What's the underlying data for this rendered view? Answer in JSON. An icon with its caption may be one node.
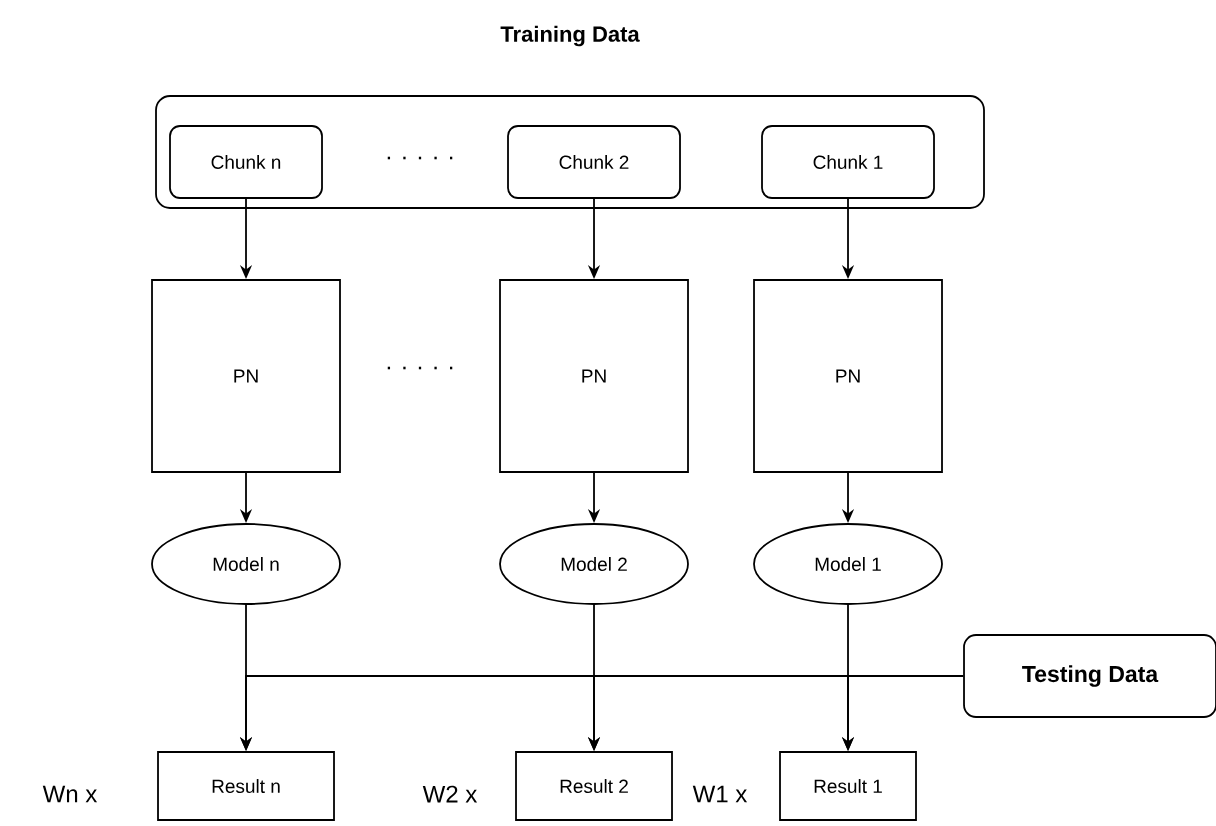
{
  "diagram": {
    "nodes": [
      {
        "text": [
          "Training Data"
        ]
      },
      {
        "text": [
          "Chunk n"
        ],
        "in": 0
      },
      {
        "text": [
          "Chunk 2"
        ],
        "in": 0
      },
      {
        "text": [
          "Chunk 1"
        ],
        "in": 0
      },
      {
        "text": [
          "PN"
        ]
      },
      {
        "text": [
          "PN"
        ]
      },
      {
        "text": [
          "PN"
        ]
      },
      {
        "text": [
          "Model n"
        ]
      },
      {
        "text": [
          "Model 2"
        ]
      },
      {
        "text": [
          "Model 1"
        ]
      },
      {
        "text": [
          "Testing Data"
        ]
      },
      {
        "text": [
          "Result n"
        ]
      },
      {
        "text": [
          "Result 2"
        ]
      },
      {
        "text": [
          "Result 1"
        ]
      }
    ],
    "edges": [
      {
        "from": 1,
        "to": 4,
        "arrow": "to"
      },
      {
        "from": 2,
        "to": 5,
        "arrow": "to"
      },
      {
        "from": 3,
        "to": 6,
        "arrow": "to"
      },
      {
        "from": 4,
        "to": 7,
        "arrow": "to"
      },
      {
        "from": 5,
        "to": 8,
        "arrow": "to"
      },
      {
        "from": 6,
        "to": 9,
        "arrow": "to"
      },
      {
        "from": 7,
        "to": 11,
        "arrow": "to"
      },
      {
        "from": 8,
        "to": 12,
        "arrow": "to"
      },
      {
        "from": 9,
        "to": 13,
        "arrow": "to"
      },
      {
        "from": 10,
        "to": 11,
        "arrow": "to"
      },
      {
        "from": 10,
        "to": 12,
        "arrow": "to"
      },
      {
        "from": 10,
        "to": 13,
        "arrow": "to"
      }
    ],
    "labels": [
      ". . . . .",
      ". . . . .",
      "Wn x",
      "W2 x",
      "W1 x"
    ]
  }
}
